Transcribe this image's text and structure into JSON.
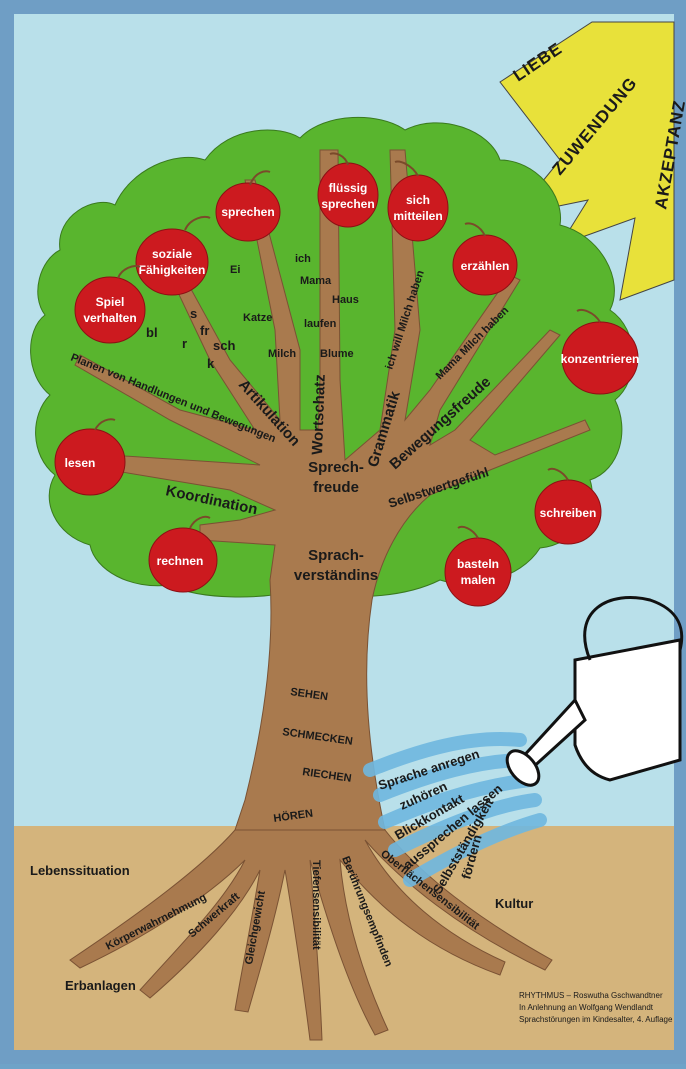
{
  "sun": {
    "words": [
      "LIEBE",
      "ZUWENDUNG",
      "AKZEPTANZ"
    ],
    "color": "#e8e13a"
  },
  "apples": [
    "sprechen",
    "flüssig",
    "sprechen",
    "sich",
    "mitteilen",
    "soziale",
    "Fähigkeiten",
    "erzählen",
    "Spiel",
    "verhalten",
    "konzentrieren",
    "lesen",
    "schreiben",
    "rechnen",
    "basteln",
    "malen"
  ],
  "canopy_words": {
    "ich": "ich",
    "mama": "Mama",
    "haus": "Haus",
    "ei": "Ei",
    "katze": "Katze",
    "laufen": "laufen",
    "milch": "Milch",
    "blume": "Blume",
    "s": "s",
    "bl": "bl",
    "r": "r",
    "fr": "fr",
    "sch": "sch",
    "k": "k"
  },
  "branches": {
    "wortschatz": "Wortschatz",
    "grammatik": "Grammatik",
    "artikulation": "Artikulation",
    "planen": "Planen von Handlungen und Bewegungen",
    "koordination": "Koordination",
    "bewegungsfreude": "Bewegungsfreude",
    "selbstwert": "Selbstwertgefühl",
    "ich_will": "ich will Milch haben",
    "mama_milch": "Mama Milch haben"
  },
  "center": {
    "line1": "Sprech-",
    "line2": "freude",
    "line3": "Sprach-",
    "line4": "verständins"
  },
  "senses": [
    "SEHEN",
    "SCHMECKEN",
    "RIECHEN",
    "HÖREN"
  ],
  "water": [
    "Sprache anregen",
    "zuhören",
    "Blickkontakt",
    "aussprechen lassen",
    "Selbstständigkeit",
    "fördern"
  ],
  "roots": [
    "Körperwahrnehmung",
    "Schwerkraft",
    "Gleichgewicht",
    "Tiefensensibilität",
    "Berührungsempfinden",
    "Oberflächensensibilität"
  ],
  "ground": {
    "left1": "Lebenssituation",
    "left2": "Erbanlagen",
    "right": "Kultur"
  },
  "credit": {
    "line1": "RHYTHMUS – Roswutha Gschwandtner",
    "line2": "In Anlehnung an Wolfgang Wendlandt",
    "line3": "Sprachstörungen im Kindesalter, 4. Auflage"
  },
  "colors": {
    "sky": "#b9e0ea",
    "ground": "#d4b47c",
    "canopy": "#59b52e",
    "trunk": "#a97a4e",
    "apple": "#cc1a1f",
    "water": "#6fb8e0"
  }
}
